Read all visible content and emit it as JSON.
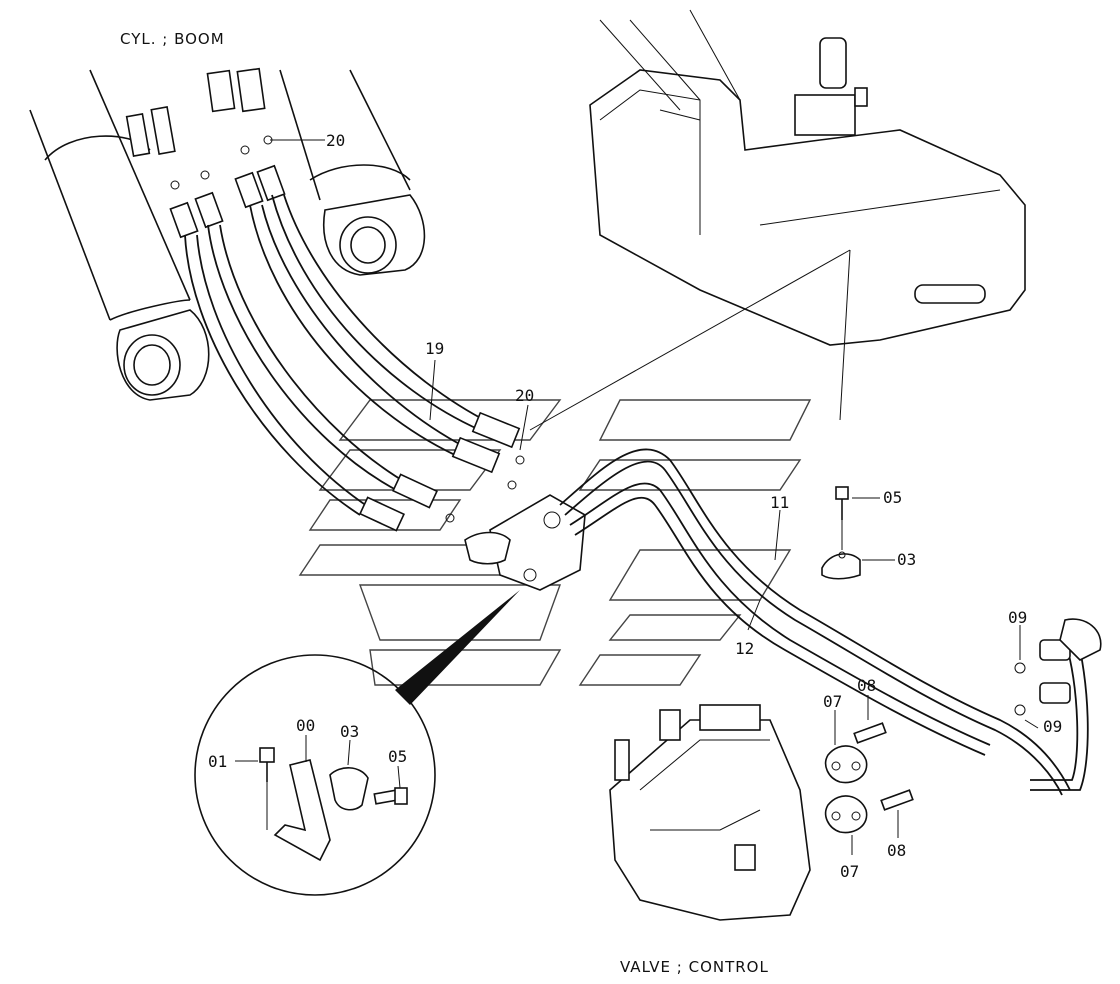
{
  "captions": {
    "cylinder_boom": "CYL. ; BOOM",
    "valve_control": "VALVE ; CONTROL"
  },
  "parts": {
    "p20_top": "20",
    "p19": "19",
    "p20_mid": "20",
    "p11": "11",
    "p12": "12",
    "p05_right": "05",
    "p03_right": "03",
    "p09_top": "09",
    "p09_bottom": "09",
    "p08_top": "08",
    "p07_top": "07",
    "p07_bottom": "07",
    "p08_bottom": "08",
    "p01_detail": "01",
    "p00_detail": "00",
    "p03_detail": "03",
    "p05_detail": "05"
  }
}
